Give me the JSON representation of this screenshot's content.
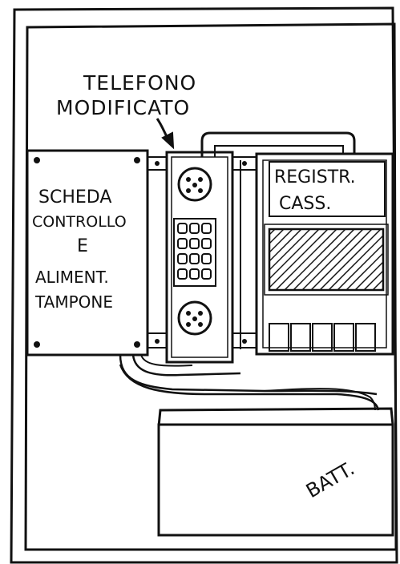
{
  "labels": {
    "phone_line1": "TELEFONO",
    "phone_line2": "MODIFICATO",
    "board_line1": "SCHEDA",
    "board_line2": "CONTROLLO",
    "board_line3": "E",
    "board_line4": "ALIMENT.",
    "board_line5": "TAMPONE",
    "recorder_line1": "REGISTR.",
    "recorder_line2": "CASS.",
    "battery": "BATT."
  },
  "keypad": {
    "rows": 4,
    "cols": 3
  },
  "colors": {
    "ink": "#111111",
    "paper": "#ffffff"
  }
}
